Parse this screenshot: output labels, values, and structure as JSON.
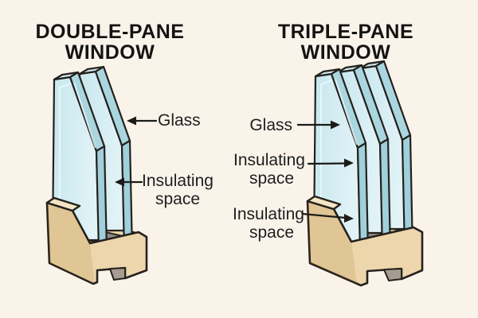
{
  "diagram": {
    "left_panel": {
      "title_line1": "DOUBLE-PANE",
      "title_line2": "WINDOW",
      "pane_count": 2,
      "labels": {
        "glass": "Glass",
        "insulating_line1": "Insulating",
        "insulating_line2": "space"
      }
    },
    "right_panel": {
      "title_line1": "TRIPLE-PANE",
      "title_line2": "WINDOW",
      "pane_count": 3,
      "labels": {
        "glass": "Glass",
        "insulating1_line1": "Insulating",
        "insulating1_line2": "space",
        "insulating2_line1": "Insulating",
        "insulating2_line2": "space"
      }
    },
    "colors": {
      "background": "#faf3ea",
      "glass_face_light": "#e2f3f7",
      "glass_face": "#c7e7ee",
      "glass_edge": "#9fd0db",
      "glass_chamfer": "#aad6e0",
      "glass_top": "#cfeaf0",
      "wood_front": "#edd6ab",
      "wood_top": "#f4e5c5",
      "spacer_gray": "#8f8d8c",
      "notch_gray": "#a59d90",
      "outline": "#25211d",
      "text": "#1e1e1e"
    }
  }
}
